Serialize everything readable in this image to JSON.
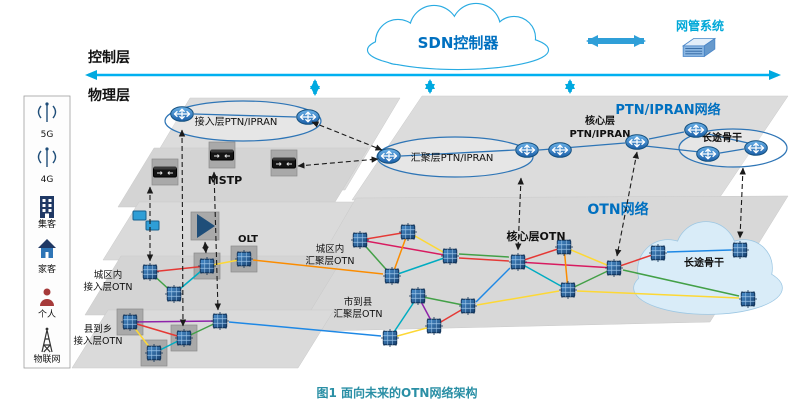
{
  "caption": "图1  面向未来的OTN网络架构",
  "header": {
    "control_layer": "控制层",
    "physical_layer": "物理层",
    "sdn_controller": "SDN控制器",
    "nms_label": "网管系统"
  },
  "sidebar": {
    "items": [
      {
        "label": "5G"
      },
      {
        "label": "4G"
      },
      {
        "label": "集客"
      },
      {
        "label": "家客"
      },
      {
        "label": "个人"
      },
      {
        "label": "物联网"
      }
    ]
  },
  "ptn": {
    "network_label": "PTN/IPRAN网络",
    "access": "接入层PTN/IPRAN",
    "aggregation": "汇聚层PTN/IPRAN",
    "core_line1": "核心层",
    "core_line2": "PTN/IPRAN",
    "backbone": "长途骨干"
  },
  "legacy": {
    "mstp": "MSTP",
    "olt": "OLT"
  },
  "otn": {
    "network_label": "OTN网络",
    "core": "核心层OTN",
    "metro_agg_line1": "城区内",
    "metro_agg_line2": "汇聚层OTN",
    "city_county_line1": "市到县",
    "city_county_line2": "汇聚层OTN",
    "metro_access_line1": "城区内",
    "metro_access_line2": "接入层OTN",
    "county_access_line1": "县到乡",
    "county_access_line2": "接入层OTN",
    "backbone": "长途骨干"
  },
  "colors": {
    "accent_blue": "#00b0f0",
    "brand_blue": "#0070c0",
    "nms_cyan": "#00a8d8",
    "caption_teal": "#2a8fa5",
    "plane_gray": "#d9d9d9",
    "highlight_gray": "#a9a9a9",
    "link_colors": [
      "#e53935",
      "#fdd835",
      "#43a047",
      "#00acc1",
      "#d81b60",
      "#fb8c00",
      "#8e24aa",
      "#1e88e5"
    ]
  }
}
